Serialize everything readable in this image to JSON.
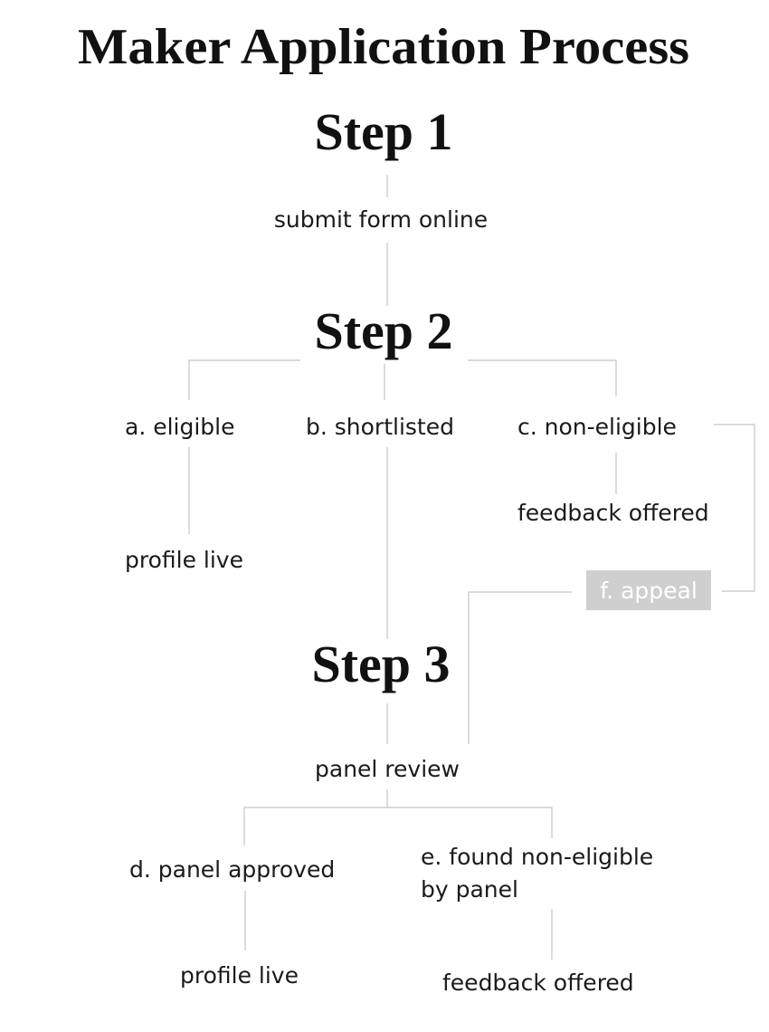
{
  "title": "Maker Application Process",
  "steps": {
    "step1": "Step 1",
    "step2": "Step 2",
    "step3": "Step 3"
  },
  "step1": {
    "submit": "submit form online"
  },
  "step2": {
    "eligible": "a. eligible",
    "eligible_result": "profile live",
    "shortlisted": "b. shortlisted",
    "non_eligible": "c. non-eligible",
    "non_eligible_result": "feedback offered",
    "appeal": "f. appeal"
  },
  "step3": {
    "review": "panel review",
    "approved": "d. panel approved",
    "approved_result": "profile live",
    "rejected_line1": "e. found non-eligible",
    "rejected_line2": "by panel",
    "rejected_result": "feedback offered"
  }
}
